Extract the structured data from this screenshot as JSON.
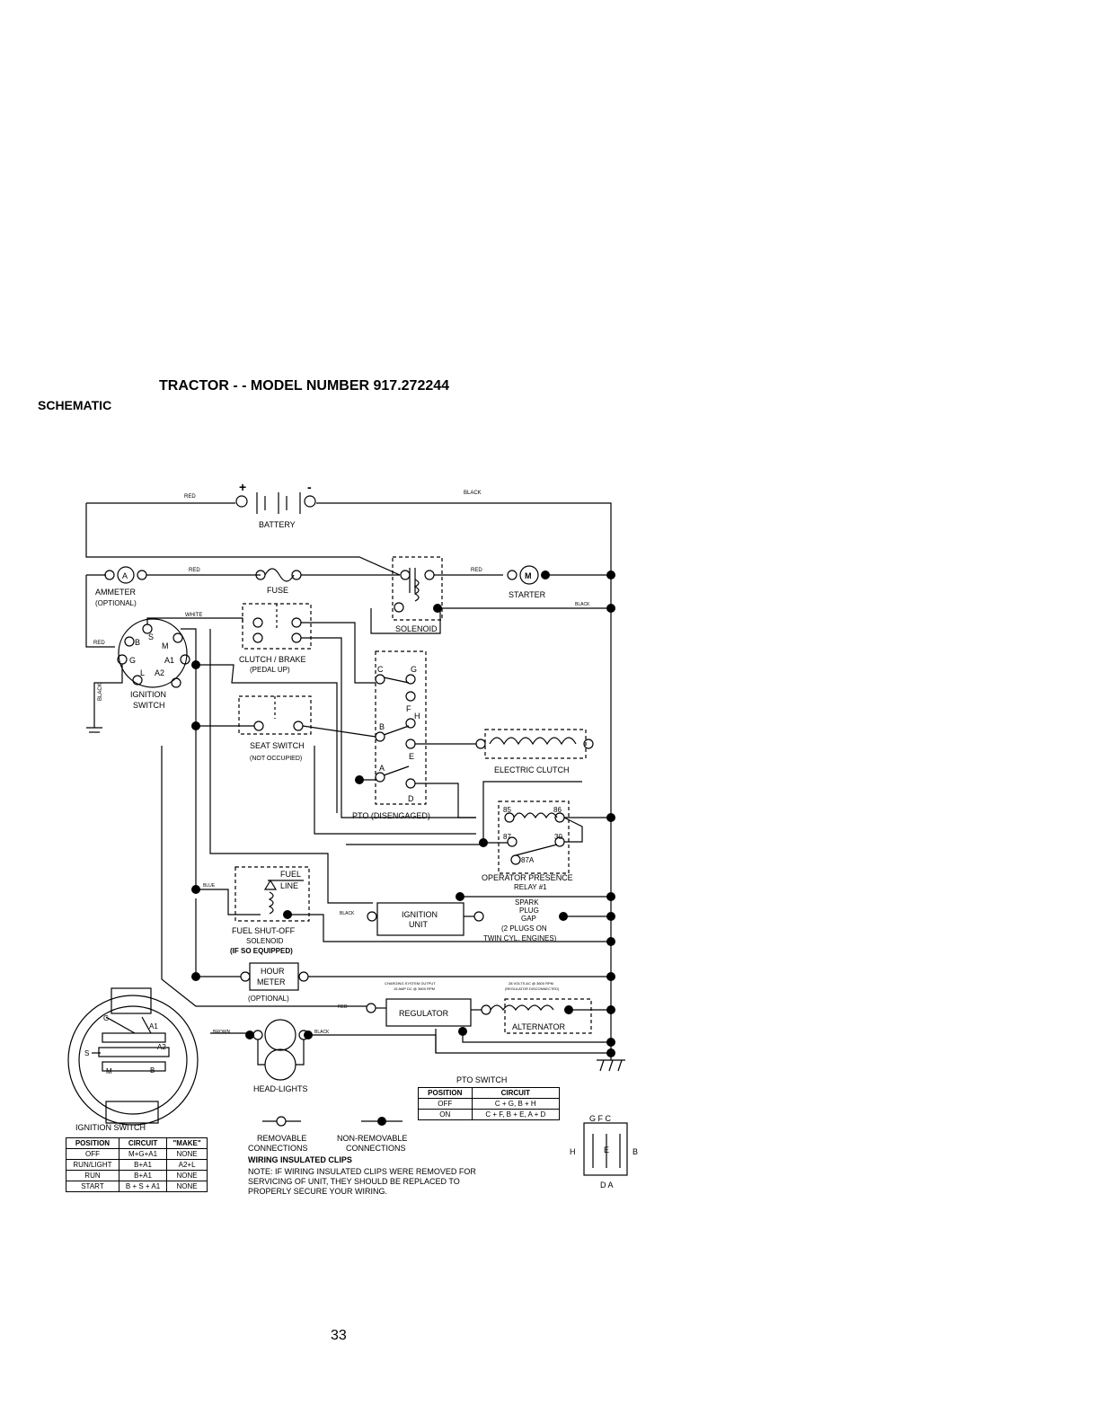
{
  "header": {
    "section": "SCHEMATIC",
    "title": "TRACTOR - - MODEL NUMBER 917.272244"
  },
  "page_number": "33",
  "labels": {
    "red": "RED",
    "black": "BLACK",
    "white": "WHITE",
    "blue": "BLUE",
    "brown": "BROWN",
    "plus": "+",
    "minus": "-",
    "battery": "BATTERY",
    "fuse": "FUSE",
    "ammeter": "AMMETER",
    "ammeter_optional": "(OPTIONAL)",
    "ammeter_symbol": "A",
    "starter": "STARTER",
    "starter_symbol": "M",
    "solenoid": "SOLENOID",
    "clutch_brake": "CLUTCH / BRAKE",
    "clutch_brake_sub": "(PEDAL UP)",
    "ignition_switch_l1": "IGNITION",
    "ignition_switch_l2": "SWITCH",
    "seat_switch": "SEAT SWITCH",
    "seat_switch_sub": "(NOT OCCUPIED)",
    "electric_clutch": "ELECTRIC CLUTCH",
    "pto_disengaged": "PTO (DISENGAGED)",
    "relay_l1": "OPERATOR PRESENCE",
    "relay_l2": "RELAY #1",
    "fuel_line_l1": "FUEL",
    "fuel_line_l2": "LINE",
    "fuel_solenoid_l1": "FUEL SHUT-OFF",
    "fuel_solenoid_l2": "SOLENOID",
    "fuel_solenoid_l3": "(IF SO EQUIPPED)",
    "ignition_unit_l1": "IGNITION",
    "ignition_unit_l2": "UNIT",
    "spark_l1": "SPARK",
    "spark_l2": "PLUG",
    "spark_l3": "GAP",
    "spark_l4": "(2 PLUGS ON",
    "spark_l5": "TWIN CYL. ENGINES)",
    "hour_meter_l1": "HOUR",
    "hour_meter_l2": "METER",
    "hour_meter_sub": "(OPTIONAL)",
    "charging_l1": "CHARGING SYSTEM OUTPUT",
    "charging_l2": "15 AMP DC @ 3600 RPM",
    "alt_out_l1": "28 VOLTS AC @ 3600 RPM",
    "alt_out_l2": "(REGULATOR DISCONNECTED)",
    "regulator": "REGULATOR",
    "alternator": "ALTERNATOR",
    "headlights": "HEAD-LIGHTS",
    "terminals": {
      "S": "S",
      "B": "B",
      "M": "M",
      "G": "G",
      "A1": "A1",
      "L": "L",
      "A2": "A2"
    },
    "pto_terms": {
      "C": "C",
      "G": "G",
      "F": "F",
      "H": "H",
      "B": "B",
      "E": "E",
      "A": "A",
      "D": "D"
    },
    "relay_terms": {
      "t85": "85",
      "t86": "86",
      "t87": "87",
      "t30": "30",
      "t87a": "87A"
    },
    "legend_removable_l1": "REMOVABLE",
    "legend_removable_l2": "CONNECTIONS",
    "legend_nonremovable_l1": "NON-REMOVABLE",
    "legend_nonremovable_l2": "CONNECTIONS",
    "wiring_clips": "WIRING INSULATED CLIPS",
    "note_l1": "NOTE: IF WIRING INSULATED CLIPS WERE REMOVED FOR",
    "note_l2": "SERVICING OF UNIT, THEY SHOULD BE REPLACED TO",
    "note_l3": "PROPERLY SECURE YOUR WIRING.",
    "ign_switch_title": "IGNITION SWITCH",
    "pto_switch_title": "PTO SWITCH",
    "pto_pin_top": "G F C",
    "pto_pin_h": "H",
    "pto_pin_e": "E",
    "pto_pin_b": "B",
    "pto_pin_bottom": "D A"
  },
  "ignition_table": {
    "headers": [
      "POSITION",
      "CIRCUIT",
      "\"MAKE\""
    ],
    "rows": [
      [
        "OFF",
        "M+G+A1",
        "NONE"
      ],
      [
        "RUN/LIGHT",
        "B+A1",
        "A2+L"
      ],
      [
        "RUN",
        "B+A1",
        "NONE"
      ],
      [
        "START",
        "B + S + A1",
        "NONE"
      ]
    ]
  },
  "pto_table": {
    "headers": [
      "POSITION",
      "CIRCUIT"
    ],
    "rows": [
      [
        "OFF",
        "C + G, B + H"
      ],
      [
        "ON",
        "C + F, B + E, A + D"
      ]
    ]
  }
}
